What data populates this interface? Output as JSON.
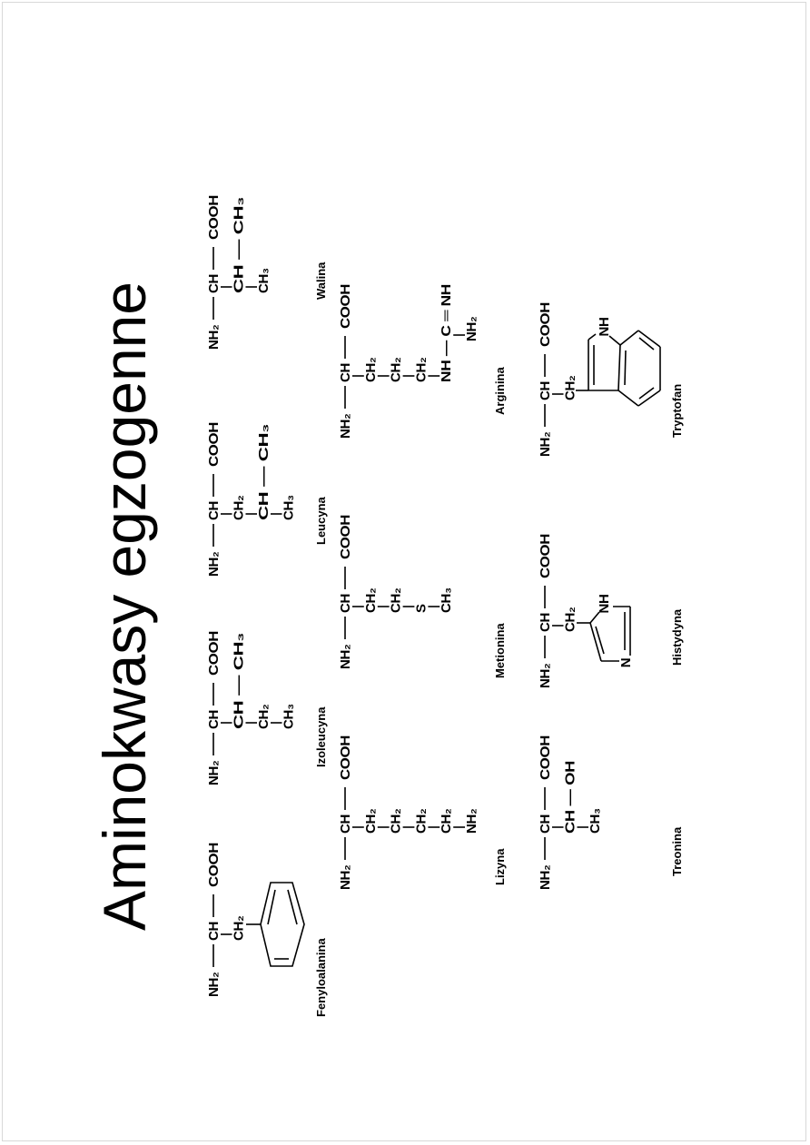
{
  "title": "Aminokwasy egzogenne",
  "amino_acids": [
    {
      "name": "Fenyloalanina",
      "main": {
        "amine": "NH₂",
        "alpha": "CH",
        "carboxyl": "COOH"
      },
      "side_chain": [
        "CH₂"
      ]
    },
    {
      "name": "Izoleucyna",
      "main": {
        "amine": "NH₂",
        "alpha": "CH",
        "carboxyl": "COOH"
      },
      "side_chain": [
        "CH — CH₃",
        "CH₂",
        "CH₃"
      ]
    },
    {
      "name": "Leucyna",
      "main": {
        "amine": "NH₂",
        "alpha": "CH",
        "carboxyl": "COOH"
      },
      "side_chain": [
        "CH₂",
        "CH — CH₃",
        "CH₃"
      ]
    },
    {
      "name": "Walina",
      "main": {
        "amine": "NH₂",
        "alpha": "CH",
        "carboxyl": "COOH"
      },
      "side_chain": [
        "CH — CH₃",
        "CH₃"
      ]
    },
    {
      "name": "Lizyna",
      "main": {
        "amine": "NH₂",
        "alpha": "CH",
        "carboxyl": "COOH"
      },
      "side_chain": [
        "CH₂",
        "CH₂",
        "CH₂",
        "CH₂",
        "NH₂"
      ]
    },
    {
      "name": "Metionina",
      "main": {
        "amine": "NH₂",
        "alpha": "CH",
        "carboxyl": "COOH"
      },
      "side_chain": [
        "CH₂",
        "CH₂",
        "S",
        "CH₃"
      ]
    },
    {
      "name": "Arginina",
      "main": {
        "amine": "NH₂",
        "alpha": "CH",
        "carboxyl": "COOH"
      },
      "side_chain": [
        "CH₂",
        "CH₂",
        "CH₂",
        "NH — C ═ NH",
        "NH₂"
      ]
    },
    {
      "name": "Treonina",
      "main": {
        "amine": "NH₂",
        "alpha": "CH",
        "carboxyl": "COOH"
      },
      "side_chain": [
        "CH — OH",
        "CH₃"
      ]
    },
    {
      "name": "Histydyna",
      "main": {
        "amine": "NH₂",
        "alpha": "CH",
        "carboxyl": "COOH"
      },
      "side_chain": [
        "CH₂"
      ]
    },
    {
      "name": "Tryptofan",
      "main": {
        "amine": "NH₂",
        "alpha": "CH",
        "carboxyl": "COOH"
      },
      "side_chain": [
        "CH₂"
      ]
    }
  ],
  "ring_labels": {
    "histidine_n": "N",
    "histidine_nh": "NH",
    "tryptophan_nh": "NH"
  }
}
